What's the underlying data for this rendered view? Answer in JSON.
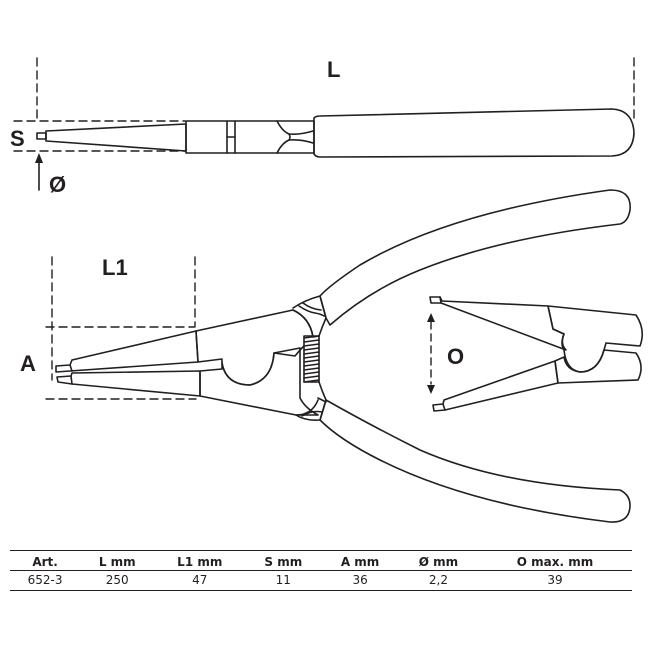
{
  "diagram": {
    "subject": "circlip-pliers-external-straight",
    "dimension_labels": {
      "L": "L",
      "S": "S",
      "diameter": "Ø",
      "L1": "L1",
      "A": "A",
      "O": "O"
    },
    "colors": {
      "stroke": "#231f20",
      "background": "#ffffff"
    }
  },
  "spec_table": {
    "headers": [
      "Art.",
      "L  mm",
      "L1  mm",
      "S  mm",
      "A  mm",
      "Ø  mm",
      "O  max. mm"
    ],
    "rows": [
      [
        "652-3",
        "250",
        "47",
        "11",
        "36",
        "2,2",
        "39"
      ]
    ]
  }
}
